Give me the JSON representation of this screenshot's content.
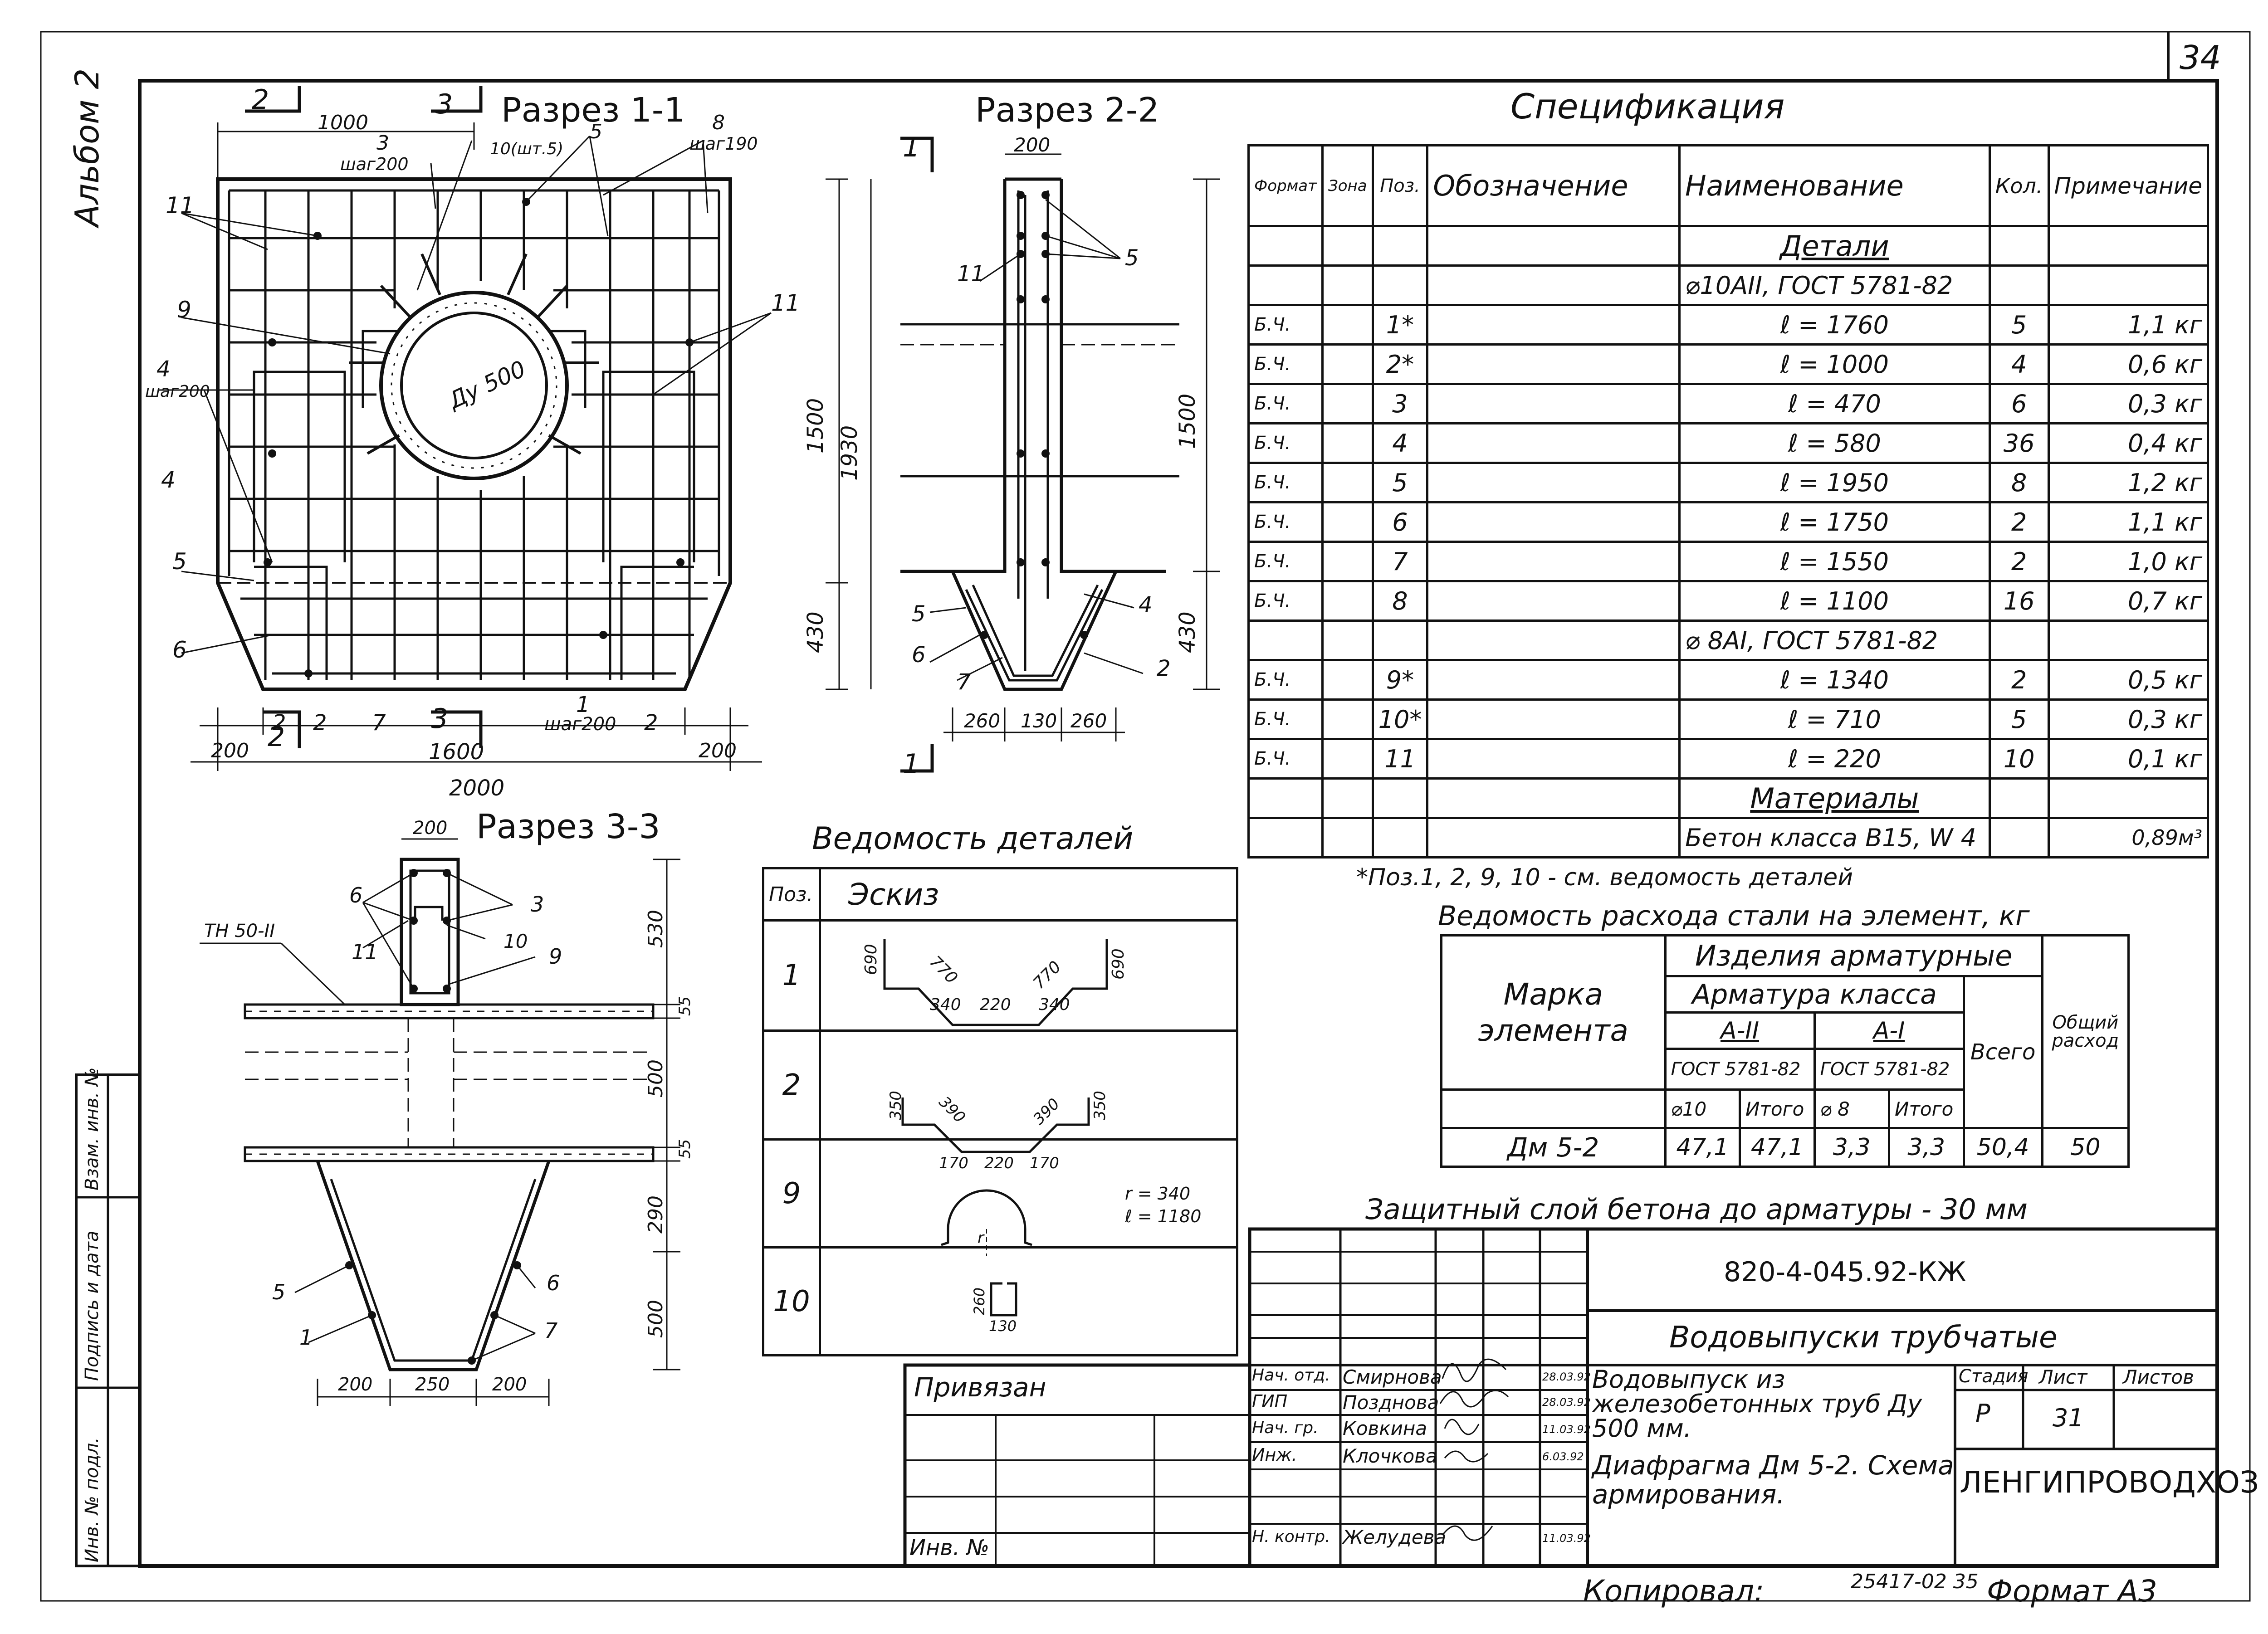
{
  "sheet_number": "34",
  "album_label": "Альбом 2",
  "section_1_1": {
    "title": "Разрез 1-1",
    "marks": [
      "2",
      "3",
      "2",
      "3"
    ],
    "dims": [
      "1000",
      "1500",
      "1930",
      "430",
      "200",
      "1600",
      "200",
      "2000"
    ],
    "pipe": "Ду 500",
    "notes": [
      "шаг200",
      "шаг200",
      "шаг190",
      "шаг200",
      "10(шт.5)"
    ],
    "callouts": [
      "11",
      "9",
      "4",
      "4",
      "5",
      "6",
      "2",
      "7",
      "1",
      "2",
      "8",
      "5",
      "3",
      "11"
    ]
  },
  "section_2_2": {
    "title": "Разрез 2-2",
    "marks": [
      "1",
      "1"
    ],
    "dims": [
      "200",
      "1500",
      "430",
      "260",
      "130",
      "260"
    ],
    "callouts": [
      "11",
      "5",
      "5",
      "4",
      "6",
      "7",
      "2"
    ]
  },
  "section_3_3": {
    "title": "Разрез 3-3",
    "dims": [
      "200",
      "530",
      "55",
      "500",
      "55",
      "290",
      "500",
      "200",
      "250",
      "200"
    ],
    "label_tn": "ТН 50-II",
    "callouts": [
      "6",
      "3",
      "11",
      "10",
      "9",
      "5",
      "6",
      "1",
      "7"
    ]
  },
  "spec": {
    "title": "Спецификация",
    "headers": [
      "Формат",
      "Зона",
      "Поз.",
      "Обозначение",
      "Наименование",
      "Кол.",
      "Примечание"
    ],
    "rows": [
      {
        "fmt": "",
        "pos": "",
        "name": "Детали",
        "qty": "",
        "note": ""
      },
      {
        "fmt": "",
        "pos": "",
        "name": "⌀10AII, ГОСТ 5781-82",
        "qty": "",
        "note": ""
      },
      {
        "fmt": "Б.Ч.",
        "pos": "1*",
        "name": "ℓ = 1760",
        "qty": "5",
        "note": "1,1 кг"
      },
      {
        "fmt": "Б.Ч.",
        "pos": "2*",
        "name": "ℓ = 1000",
        "qty": "4",
        "note": "0,6 кг"
      },
      {
        "fmt": "Б.Ч.",
        "pos": "3",
        "name": "ℓ = 470",
        "qty": "6",
        "note": "0,3 кг"
      },
      {
        "fmt": "Б.Ч.",
        "pos": "4",
        "name": "ℓ = 580",
        "qty": "36",
        "note": "0,4 кг"
      },
      {
        "fmt": "Б.Ч.",
        "pos": "5",
        "name": "ℓ = 1950",
        "qty": "8",
        "note": "1,2 кг"
      },
      {
        "fmt": "Б.Ч.",
        "pos": "6",
        "name": "ℓ = 1750",
        "qty": "2",
        "note": "1,1 кг"
      },
      {
        "fmt": "Б.Ч.",
        "pos": "7",
        "name": "ℓ = 1550",
        "qty": "2",
        "note": "1,0 кг"
      },
      {
        "fmt": "Б.Ч.",
        "pos": "8",
        "name": "ℓ = 1100",
        "qty": "16",
        "note": "0,7 кг"
      },
      {
        "fmt": "",
        "pos": "",
        "name": "⌀ 8AI, ГОСТ 5781-82",
        "qty": "",
        "note": ""
      },
      {
        "fmt": "Б.Ч.",
        "pos": "9*",
        "name": "ℓ = 1340",
        "qty": "2",
        "note": "0,5 кг"
      },
      {
        "fmt": "Б.Ч.",
        "pos": "10*",
        "name": "ℓ = 710",
        "qty": "5",
        "note": "0,3 кг"
      },
      {
        "fmt": "Б.Ч.",
        "pos": "11",
        "name": "ℓ = 220",
        "qty": "10",
        "note": "0,1 кг"
      },
      {
        "fmt": "",
        "pos": "",
        "name": "Материалы",
        "qty": "",
        "note": ""
      },
      {
        "fmt": "",
        "pos": "",
        "name": "Бетон класса В15, W 4",
        "qty": "",
        "note": "0,89м³"
      }
    ],
    "footnote": "*Поз.1, 2, 9, 10 - см. ведомость деталей"
  },
  "details": {
    "title": "Ведомость деталей",
    "headers": [
      "Поз.",
      "Эскиз"
    ],
    "rows": [
      {
        "pos": "1",
        "dims": [
          "690",
          "770",
          "770",
          "690",
          "340",
          "220",
          "340"
        ]
      },
      {
        "pos": "2",
        "dims": [
          "350",
          "390",
          "390",
          "350",
          "170",
          "220",
          "170"
        ]
      },
      {
        "pos": "9",
        "dims": [
          "r = 340",
          "ℓ = 1180",
          "r"
        ]
      },
      {
        "pos": "10",
        "dims": [
          "260",
          "130"
        ]
      }
    ]
  },
  "steel": {
    "title": "Ведомость расхода стали на элемент, кг",
    "h_mark": "Марка элемента",
    "h_items": "Изделия арматурные",
    "h_class": "Арматура класса",
    "h_a2": "A-II",
    "h_a1": "A-I",
    "h_gost1": "ГОСТ 5781-82",
    "h_gost2": "ГОСТ 5781-82",
    "h_d10": "⌀10",
    "h_sum1": "Итого",
    "h_d8": "⌀ 8",
    "h_sum2": "Итого",
    "h_total": "Всего",
    "h_common": "Общий расход",
    "row": [
      "Дм 5-2",
      "47,1",
      "47,1",
      "3,3",
      "3,3",
      "50,4",
      "50"
    ]
  },
  "cover_note": "Защитный слой бетона до арматуры - 30 мм",
  "title_block": {
    "code": "820-4-045.92-КЖ",
    "project": "Водовыпуски трубчатые",
    "object": "Водовыпуск из железобетонных труб Ду 500 мм.",
    "drawing": "Диафрагма Дм 5-2. Схема армирования.",
    "stage_h": "Стадия",
    "sheet_h": "Лист",
    "sheets_h": "Листов",
    "stage": "Р",
    "sheet": "31",
    "org": "ЛЕНГИПРОВОДХОЗ",
    "bound": "Привязан",
    "inv": "Инв. №",
    "staff": [
      {
        "role": "Нач. отд.",
        "name": "Смирнова",
        "date": "28.03.92"
      },
      {
        "role": "ГИП",
        "name": "Позднова",
        "date": "28.03.92"
      },
      {
        "role": "Нач. гр.",
        "name": "Ковкина",
        "date": "11.03.92"
      },
      {
        "role": "Инж.",
        "name": "Клочкова",
        "date": "6.03.92"
      },
      {
        "role": "Н. контр.",
        "name": "Желудева",
        "date": "11.03.92"
      }
    ],
    "copied": "Копировал:",
    "copy_code": "25417-02 35",
    "format": "Формат А3"
  },
  "side_stamp": [
    "Взам. инв. №",
    "Подпись и дата",
    "Инв. № подл."
  ]
}
